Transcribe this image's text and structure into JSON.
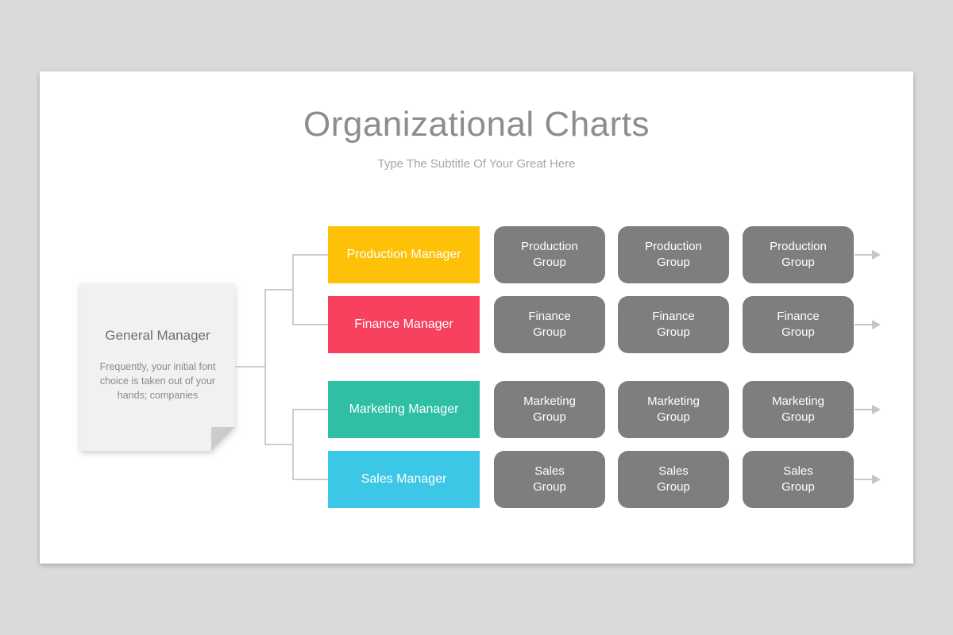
{
  "slide": {
    "title": "Organizational Charts",
    "subtitle": "Type The Subtitle Of Your Great Here"
  },
  "general_manager": {
    "title": "General Manager",
    "description": "Frequently, your initial font choice is taken out of your hands; companies"
  },
  "colors": {
    "page_background": "#dadada",
    "slide_background": "#ffffff",
    "title_text": "#8d8d8d",
    "subtitle_text": "#a6a6a6",
    "group_box": "#7e7e7e",
    "connector": "#cccccc",
    "note_box": "#f1f1f1"
  },
  "rows": [
    {
      "manager": "Production Manager",
      "color": "#FFC107",
      "groups": [
        "Production\nGroup",
        "Production\nGroup",
        "Production\nGroup"
      ]
    },
    {
      "manager": "Finance Manager",
      "color": "#F8405F",
      "groups": [
        "Finance\nGroup",
        "Finance\nGroup",
        "Finance\nGroup"
      ]
    },
    {
      "manager": "Marketing Manager",
      "color": "#2EBFA5",
      "groups": [
        "Marketing\nGroup",
        "Marketing\nGroup",
        "Marketing\nGroup"
      ]
    },
    {
      "manager": "Sales Manager",
      "color": "#3CC7E6",
      "groups": [
        "Sales\nGroup",
        "Sales\nGroup",
        "Sales\nGroup"
      ]
    }
  ]
}
